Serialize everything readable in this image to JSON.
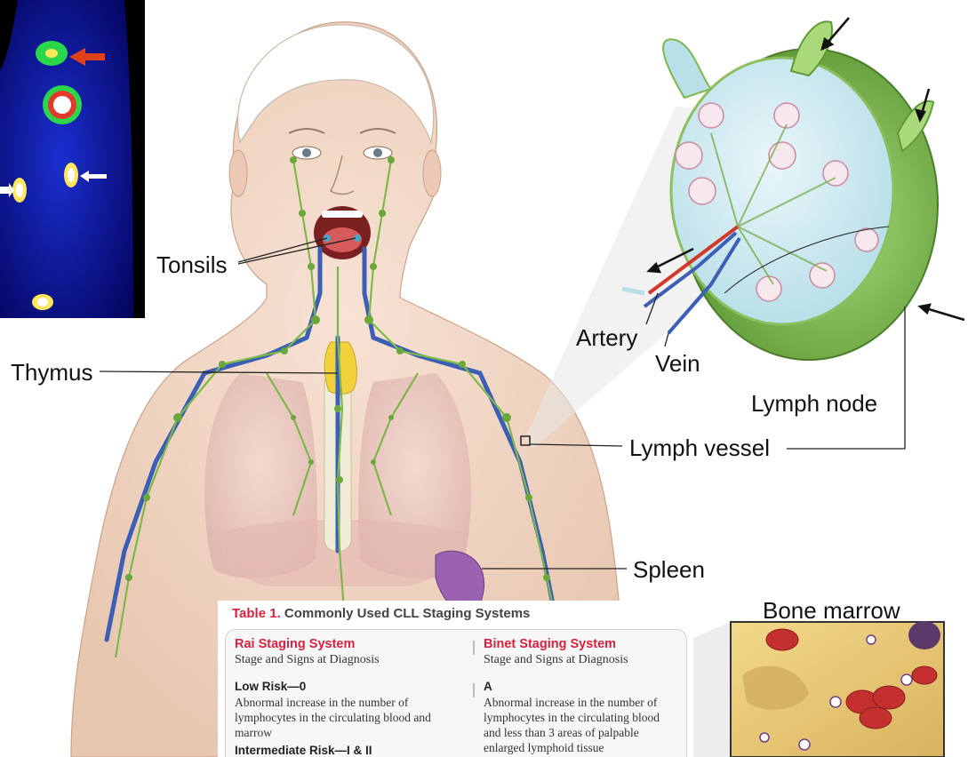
{
  "labels": {
    "tonsils": "Tonsils",
    "thymus": "Thymus",
    "artery": "Artery",
    "vein": "Vein",
    "lymph_node": "Lymph node",
    "lymph_vessel": "Lymph vessel",
    "spleen": "Spleen",
    "bone_marrow": "Bone marrow"
  },
  "table": {
    "number": "Table 1.",
    "title": "Commonly Used CLL Staging Systems",
    "rai": {
      "heading": "Rai Staging System",
      "sub": "Stage and Signs at Diagnosis",
      "stage1": "Low Risk—0",
      "desc1": "Abnormal increase in the number of lymphocytes in the circulating blood and marrow",
      "stage2": "Intermediate Risk—I & II"
    },
    "binet": {
      "heading": "Binet Staging System",
      "sub": "Stage and Signs at Diagnosis",
      "stage1": "A",
      "desc1": "Abnormal increase in the number of lymphocytes in the circulating blood and less than 3 areas of palpable enlarged lymphoid tissue"
    }
  },
  "colors": {
    "accent_red": "#d6213f",
    "lymph_green": "#7fb84a",
    "vein_blue": "#3b5fb5",
    "artery_red": "#d3392a",
    "thymus_yellow": "#f2d23c",
    "spleen_purple": "#9a62b0",
    "pet_background": "#0b0b8a"
  }
}
